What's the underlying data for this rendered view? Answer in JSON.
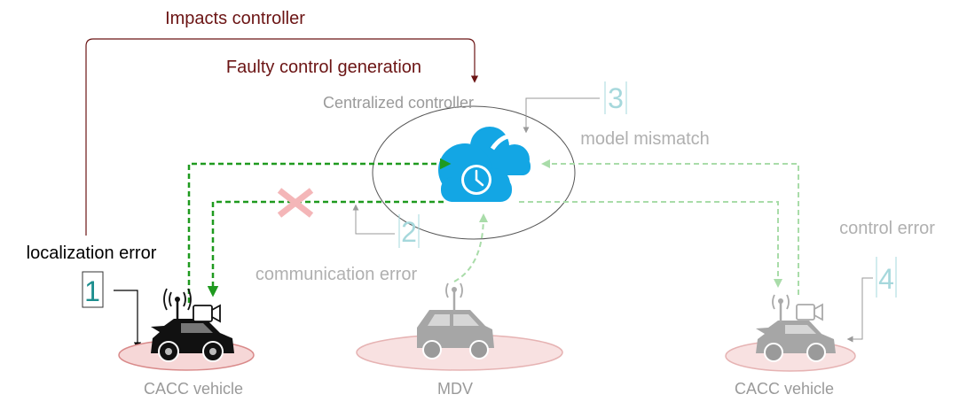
{
  "labels": {
    "impacts_controller": "Impacts controller",
    "faulty_control": "Faulty control generation",
    "centralized_controller": "Centralized controller",
    "model_mismatch": "model mismatch",
    "communication_error": "communication error",
    "control_error": "control error",
    "localization_error": "localization error",
    "vehicle_left": "CACC vehicle",
    "vehicle_middle": "MDV",
    "vehicle_right": "CACC vehicle"
  },
  "markers": {
    "m1": "1",
    "m2": "2",
    "m3": "3",
    "m4": "4"
  },
  "colors": {
    "dark_red": "#6b1414",
    "green": "#1f9a1f",
    "light_green": "#a9dca9",
    "teal": "#1c8e8e",
    "light_teal": "#a6d8dc",
    "gray_text": "#9a9a9a",
    "cloud_blue": "#13a6e4",
    "ellipse_fill": "#f6d7d7",
    "ellipse_stroke": "#d98a8a",
    "cross": "#f4b6b8"
  },
  "icons": {
    "cloud": "cloud-clock-icon",
    "car": "car-icon",
    "suv": "suv-icon",
    "camera": "camera-icon",
    "antenna": "antenna-icon",
    "cross": "cross-icon"
  }
}
